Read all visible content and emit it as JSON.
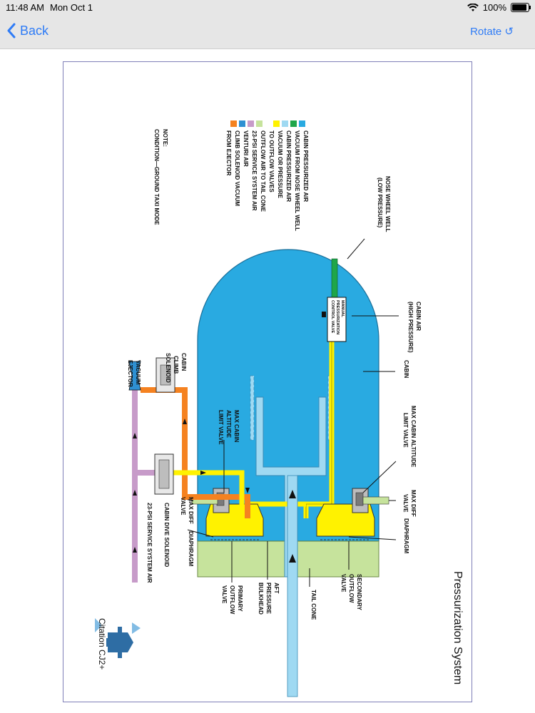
{
  "status": {
    "time": "11:48 AM",
    "date": "Mon Oct 1",
    "battery": "100%"
  },
  "nav": {
    "back_label": "Back",
    "rotate_label": "Rotate ↺"
  },
  "diagram": {
    "title": "Pressurization System",
    "legend_items": [
      {
        "label": "CABIN PRESSURIZED AIR",
        "color": "#29aae1"
      },
      {
        "label": "VACUUM FROM NOSE WHEEL WELL",
        "color": "#1fa64a"
      },
      {
        "label": "CABIN PRESSURIZED AIR",
        "color": "#9fd9f2"
      },
      {
        "label": "VACUUM OR PRESSURE",
        "color": "#fff200"
      },
      {
        "label": "TO OUTFLOW VALVES",
        "color": ""
      },
      {
        "label": "OUTFLOW AIR TO TAIL CONE",
        "color": "#c6e39c"
      },
      {
        "label": "23-PSI SERVICE SYSTEM AIR",
        "color": "#c79bc9"
      },
      {
        "label": "VENTURI AIR",
        "color": "#2e90d2"
      },
      {
        "label": "CLIMB SOLENOID VACUUM",
        "color": "#f58220"
      },
      {
        "label": "FROM EJECTOR",
        "color": ""
      }
    ],
    "note_title": "NOTE:",
    "note_text": "CONDITION—GROUND TAXI MODE",
    "labels": {
      "nose_wheel_well_1": "NOSE WHEEL WELL",
      "nose_wheel_well_2": "(LOW PRESSURE)",
      "cabin_air_1": "CABIN AIR",
      "cabin_air_2": "(HIGH PRESSURE)",
      "cabin": "CABIN",
      "manual_valve_1": "MANUAL",
      "manual_valve_2": "PRESSURIZATION",
      "manual_valve_3": "CONTROL VALVE",
      "max_cabin_alt_right_1": "MAX CABIN ALTITUDE",
      "max_cabin_alt_right_2": "LIMIT VALVE",
      "max_diff_right_1": "MAX DIFF",
      "max_diff_right_2": "VALVE",
      "diaphragm_right": "DIAPHRAGM",
      "secondary_outflow_1": "SECONDARY",
      "secondary_outflow_2": "OUTFLOW",
      "secondary_outflow_3": "VALVE",
      "tail_cone": "TAIL CONE",
      "aft_bulkhead_1": "AFT",
      "aft_bulkhead_2": "PRESSURE",
      "aft_bulkhead_3": "BULKHEAD",
      "primary_outflow_1": "PRIMARY",
      "primary_outflow_2": "OUTFLOW",
      "primary_outflow_3": "VALVE",
      "diaphragm_left": "DIAPHRAGM",
      "max_diff_left_1": "MAX DIFF",
      "max_diff_left_2": "VALVE",
      "max_cabin_alt_left_1": "MAX CABIN",
      "max_cabin_alt_left_2": "ALTITUDE",
      "max_cabin_alt_left_3": "LIMIT VALVE",
      "cabin_climb_1": "CABIN",
      "cabin_climb_2": "CLIMB",
      "cabin_climb_3": "SOLENOID",
      "vacuum_ejector_1": "VACUUM",
      "vacuum_ejector_2": "EJECTOR",
      "cabin_dive": "CABIN DIVE SOLENOID",
      "service_air": "23-PSI SERVICE SYSTEM AIR"
    },
    "brand": "Citation CJ2+"
  }
}
